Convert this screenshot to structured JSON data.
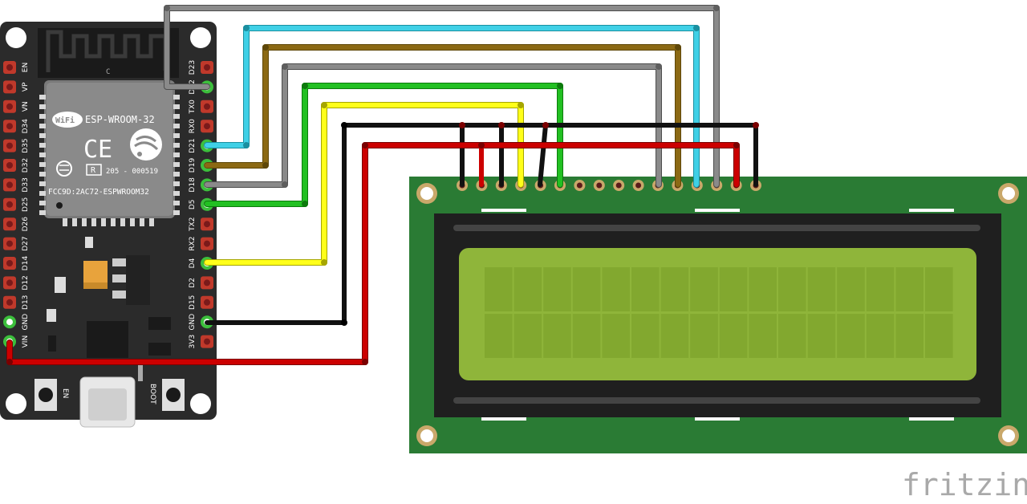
{
  "board": {
    "module_name": "ESP-WROOM-32",
    "wifi_label": "WiFi",
    "ce_mark": "CE",
    "r_mark": "R",
    "r_code": "205 - 000519",
    "fcc_id": "FCC9D:2AC72-ESPWROOM32",
    "antenna_letter": "C",
    "en_button_label": "EN",
    "boot_button_label": "BOOT",
    "left_pins": [
      "EN",
      "VP",
      "VN",
      "D34",
      "D35",
      "D32",
      "D33",
      "D25",
      "D26",
      "D27",
      "D14",
      "D12",
      "D13",
      "GND",
      "VIN"
    ],
    "right_pins": [
      "D23",
      "D22",
      "TX0",
      "RX0",
      "D21",
      "D19",
      "D18",
      "D5",
      "TX2",
      "RX2",
      "D4",
      "D2",
      "D15",
      "GND",
      "3V3"
    ]
  },
  "lcd": {
    "columns": 16,
    "rows": 2,
    "header_pins": 16
  },
  "watermark": "fritzing",
  "colors": {
    "pcb_green": "#2e7d32",
    "lcd_glass": "#8fb53a",
    "wire_gray": "#7f7f7f",
    "wire_cyan": "#22c3d6",
    "wire_brown": "#8b6914",
    "wire_green": "#1bb31b",
    "wire_yellow": "#f2f20c",
    "wire_black": "#111111",
    "wire_red": "#c80000"
  }
}
